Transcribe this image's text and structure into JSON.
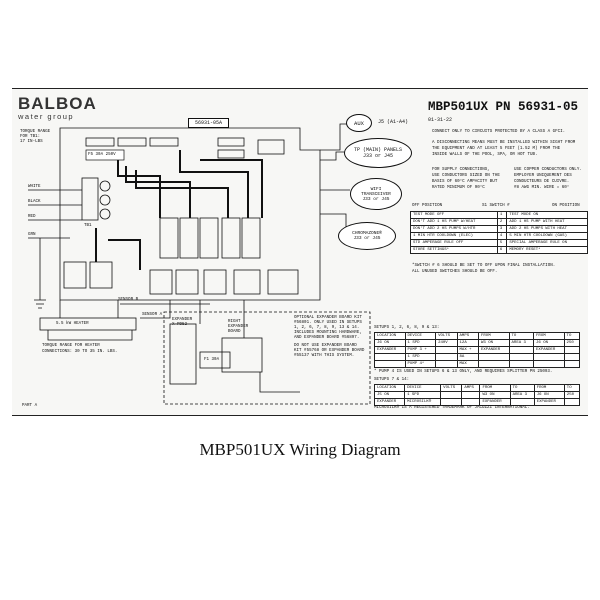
{
  "brand": {
    "name": "BALBOA",
    "sub": "water group"
  },
  "header": {
    "title": "MBP501UX PN 56931-05",
    "date": "01-31-22",
    "part_box": "56931-05A"
  },
  "notes": {
    "line1": "CONNECT ONLY TO CIRCUITS PROTECTED BY A CLASS A GFCI.",
    "line2": "A DISCONNECTING MEANS MUST BE INSTALLED WITHIN SIGHT FROM",
    "line3": "THE EQUIPMENT AND AT LEAST 5 FEET (1.52 M) FROM THE",
    "line4": "INSIDE WALLS OF THE POOL, SPA, OR HOT TUB.",
    "supply1": "FOR SUPPLY CONNECTIONS,",
    "supply2": "USE CONDUCTORS SIZED ON THE",
    "supply3": "BASIS OF 60°C AMPACITY BUT",
    "supply4": "RATED MINIMUM OF 90°C",
    "copper1": "USE COPPER CONDUCTORS ONLY.",
    "copper2": "EMPLOYER UNIQUEMENT DES",
    "copper3": "CONDUCTEURS DE CUIVRE.",
    "copper4": "#8 AWG MIN. WIRE = 60°"
  },
  "bubbles": {
    "aux": "AUX",
    "j5": "J5 (A1-A4)",
    "panels_title": "TP (MAIN) PANELS",
    "panels_sub": "J33 or J45",
    "chromazone": "CHROMAZONE®",
    "chromazone_sub": "J33 or J45",
    "wifi": "WIFI",
    "wifi2": "TRANSCEIVER",
    "wifi3": "J33 or J45"
  },
  "left_labels": {
    "torque1": "TORQUE RANGE",
    "torque2": "FOR TB1:",
    "torque3": "17 IN-LBS",
    "white": "WHITE",
    "black": "BLACK",
    "red": "RED",
    "grn": "GRN",
    "heater": "5.5 kW HEATER",
    "heater_torque1": "TORQUE RANGE FOR HEATER",
    "heater_torque2": "CONNECTIONS: 30 TO 35 IN. LBS.",
    "sensor_a": "SENSOR A",
    "sensor_b": "SENSOR B",
    "fuse": "F5 30A 250V",
    "tb1": "TB1",
    "part_a": "PART A"
  },
  "expander": {
    "board": "EXPANDER",
    "board2": "X-PD52",
    "right_board": "RIGHT",
    "right_board2": "EXPANDER",
    "right_board3": "BOARD",
    "fuse": "F1 30A",
    "note1": "OPTIONAL EXPANDER BOARD KIT",
    "note2": "#56801. ONLY USED IN SETUPS",
    "note3": "1, 2, 6, 7, 8, 9, 13 & 14.",
    "note4": "INCLUDES MOUNTING HARDWARE,",
    "note5": "AND EXPANDER BOARD #56897.",
    "note6": "DO NOT USE EXPANDER BOARD",
    "note7": "KIT #55768 OR EXPANDER BOARD",
    "note8": "#55137 WITH THIS SYSTEM."
  },
  "switch_table": {
    "off_position": "OFF POSITION",
    "switch_num": "S1 SWITCH #",
    "on_position": "ON POSITION",
    "rows": [
      {
        "off": "TEST MODE OFF",
        "n": "1",
        "on": "TEST MODE ON"
      },
      {
        "off": "DON'T ADD 1 HS PUMP W/HEAT",
        "n": "2",
        "on": "ADD 1 HS PUMP WITH HEAT"
      },
      {
        "off": "DON'T ADD 2 HS PUMPS W/HTR",
        "n": "3",
        "on": "ADD 2 HS PUMPS WITH HEAT"
      },
      {
        "off": "1 MIN HTR COOLDOWN (ELEC)",
        "n": "4",
        "on": "5 MIN HTR COOLDOWN (GAS)"
      },
      {
        "off": "STD AMPERAGE RULE OFF",
        "n": "5",
        "on": "SPECIAL AMPERAGE RULE ON"
      },
      {
        "off": "STORE SETTINGS*",
        "n": "6",
        "on": "MEMORY RESET*"
      }
    ],
    "foot1": "*SWITCH # 6 SHOULD BE SET TO OFF UPON FINAL INSTALLATION.",
    "foot2": "ALL UNUSED SWITCHES SHOULD BE OFF."
  },
  "setup_table_1": {
    "title": "SETUPS 1, 2, 6, 8, 9 & 13:",
    "headers": [
      "LOCATION",
      "DEVICE",
      "VOLTS",
      "AMPS",
      "FROM",
      "TO",
      "FROM",
      "TO"
    ],
    "rows": [
      [
        "J6 ON",
        "1 SPD",
        "240V",
        "12A",
        "W3 ON",
        "AREA 3",
        "J6 ON",
        "250"
      ],
      [
        "EXPANDER",
        "PUMP 3 +",
        "",
        "MAX +",
        "EXPANDER",
        "",
        "EXPANDER",
        ""
      ],
      [
        "",
        "1 SPD",
        "",
        "8A",
        "",
        "",
        "",
        ""
      ],
      [
        "",
        "PUMP 4*",
        "",
        "MAX",
        "",
        "",
        "",
        ""
      ]
    ],
    "foot": "* PUMP 4 IS USED IN SETUPS 6 & 13 ONLY, AND REQUIRES SPLITTER PN 25093."
  },
  "setup_table_2": {
    "title": "SETUPS 7 & 14:",
    "headers": [
      "LOCATION",
      "DEVICE",
      "VOLTS",
      "AMPS",
      "FROM",
      "TO",
      "FROM",
      "TO"
    ],
    "rows": [
      [
        "J5 ON",
        "1 SPD",
        "",
        "",
        "W3 ON",
        "AREA 3",
        "J6 ON",
        "250"
      ],
      [
        "EXPANDER",
        "MICROSILK®",
        "",
        "",
        "EXPANDER",
        "",
        "EXPANDER",
        ""
      ]
    ],
    "foot": "MICROSILK® IS A REGISTERED TRADEMARK OF JACUZZI INTERNATIONAL."
  },
  "caption": "MBP501UX Wiring Diagram"
}
